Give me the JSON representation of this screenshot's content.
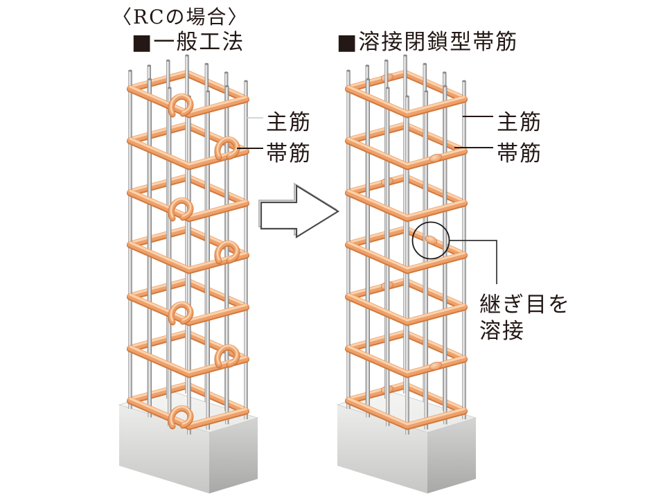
{
  "header": {
    "case_label": "〈RCの場合〉"
  },
  "panels": {
    "left": {
      "heading": "■一般工法",
      "labels": {
        "main_bar": "主筋",
        "hoop": "帯筋"
      }
    },
    "right": {
      "heading": "■溶接閉鎖型帯筋",
      "labels": {
        "main_bar": "主筋",
        "hoop": "帯筋"
      },
      "annotation": {
        "line1": "継ぎ目を",
        "line2": "溶接"
      }
    }
  },
  "icons": {
    "arrow": "right-block-arrow",
    "weld_marker": "weld-spot-circle"
  },
  "colors": {
    "hoop_shadow": "#d07a3e",
    "hoop_main": "#efa06a",
    "hoop_highlight": "#f9d3ae",
    "bump_edge": "#cf7a40",
    "text": "#231815",
    "leader_dark": "#231815",
    "leader_light": "#c9c9c9",
    "arrow_outline": "#4a4a4a"
  }
}
